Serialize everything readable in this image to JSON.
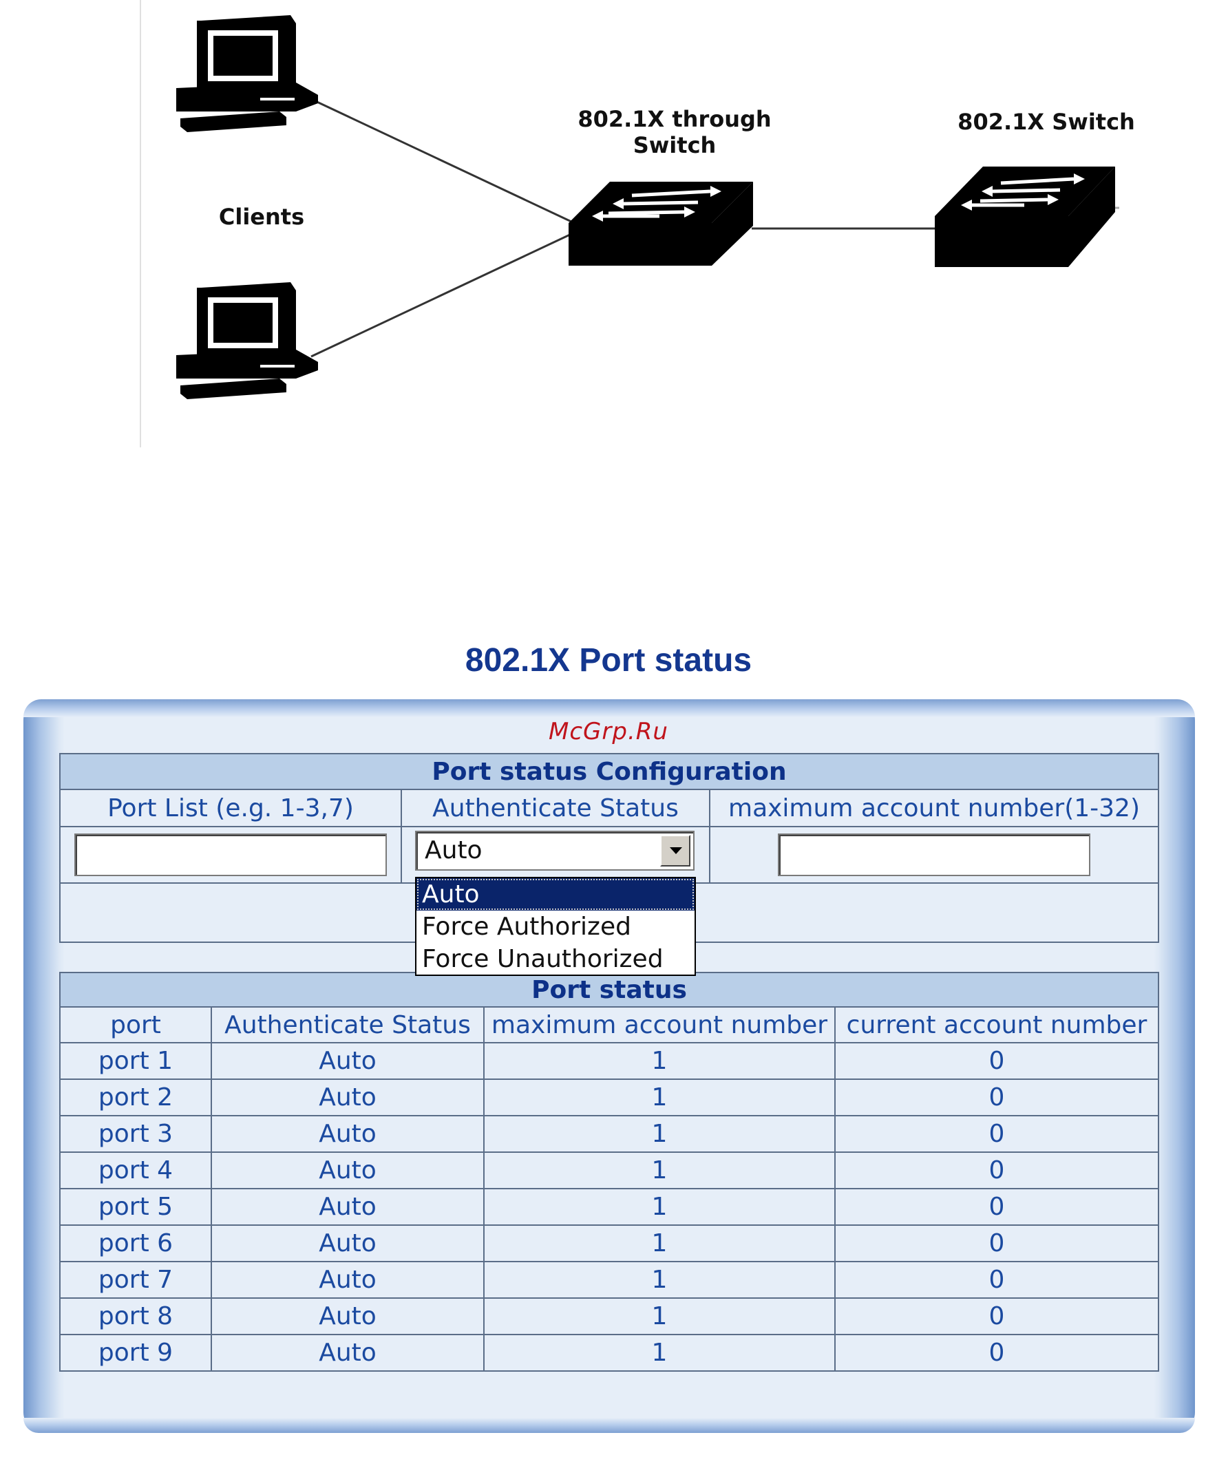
{
  "diagram": {
    "through_switch_label_line1": "802.1X through",
    "through_switch_label_line2": "Switch",
    "switch_label": "802.1X Switch",
    "clients_label": "Clients"
  },
  "page_title": "802.1X Port status",
  "watermark": "McGrp.Ru",
  "config": {
    "title": "Port status Configuration",
    "columns": [
      "Port List (e.g. 1-3,7)",
      "Authenticate Status",
      "maximum account number(1-32)"
    ],
    "port_list_value": "",
    "max_account_value": "",
    "auth_status_selected": "Auto",
    "auth_status_options": [
      "Auto",
      "Force Authorized",
      "Force Unauthorized"
    ]
  },
  "status": {
    "title": "Port status",
    "columns": [
      "port",
      "Authenticate Status",
      "maximum account number",
      "current account number"
    ],
    "rows": [
      [
        "port 1",
        "Auto",
        "1",
        "0"
      ],
      [
        "port 2",
        "Auto",
        "1",
        "0"
      ],
      [
        "port 3",
        "Auto",
        "1",
        "0"
      ],
      [
        "port 4",
        "Auto",
        "1",
        "0"
      ],
      [
        "port 5",
        "Auto",
        "1",
        "0"
      ],
      [
        "port 6",
        "Auto",
        "1",
        "0"
      ],
      [
        "port 7",
        "Auto",
        "1",
        "0"
      ],
      [
        "port 8",
        "Auto",
        "1",
        "0"
      ],
      [
        "port 9",
        "Auto",
        "1",
        "0"
      ]
    ]
  },
  "colors": {
    "title_blue": "#14378f",
    "cell_text": "#1b4aa0",
    "header_bg": "#b9cfe8",
    "watermark_red": "#c0141c",
    "selected_option_bg": "#0a246a"
  }
}
